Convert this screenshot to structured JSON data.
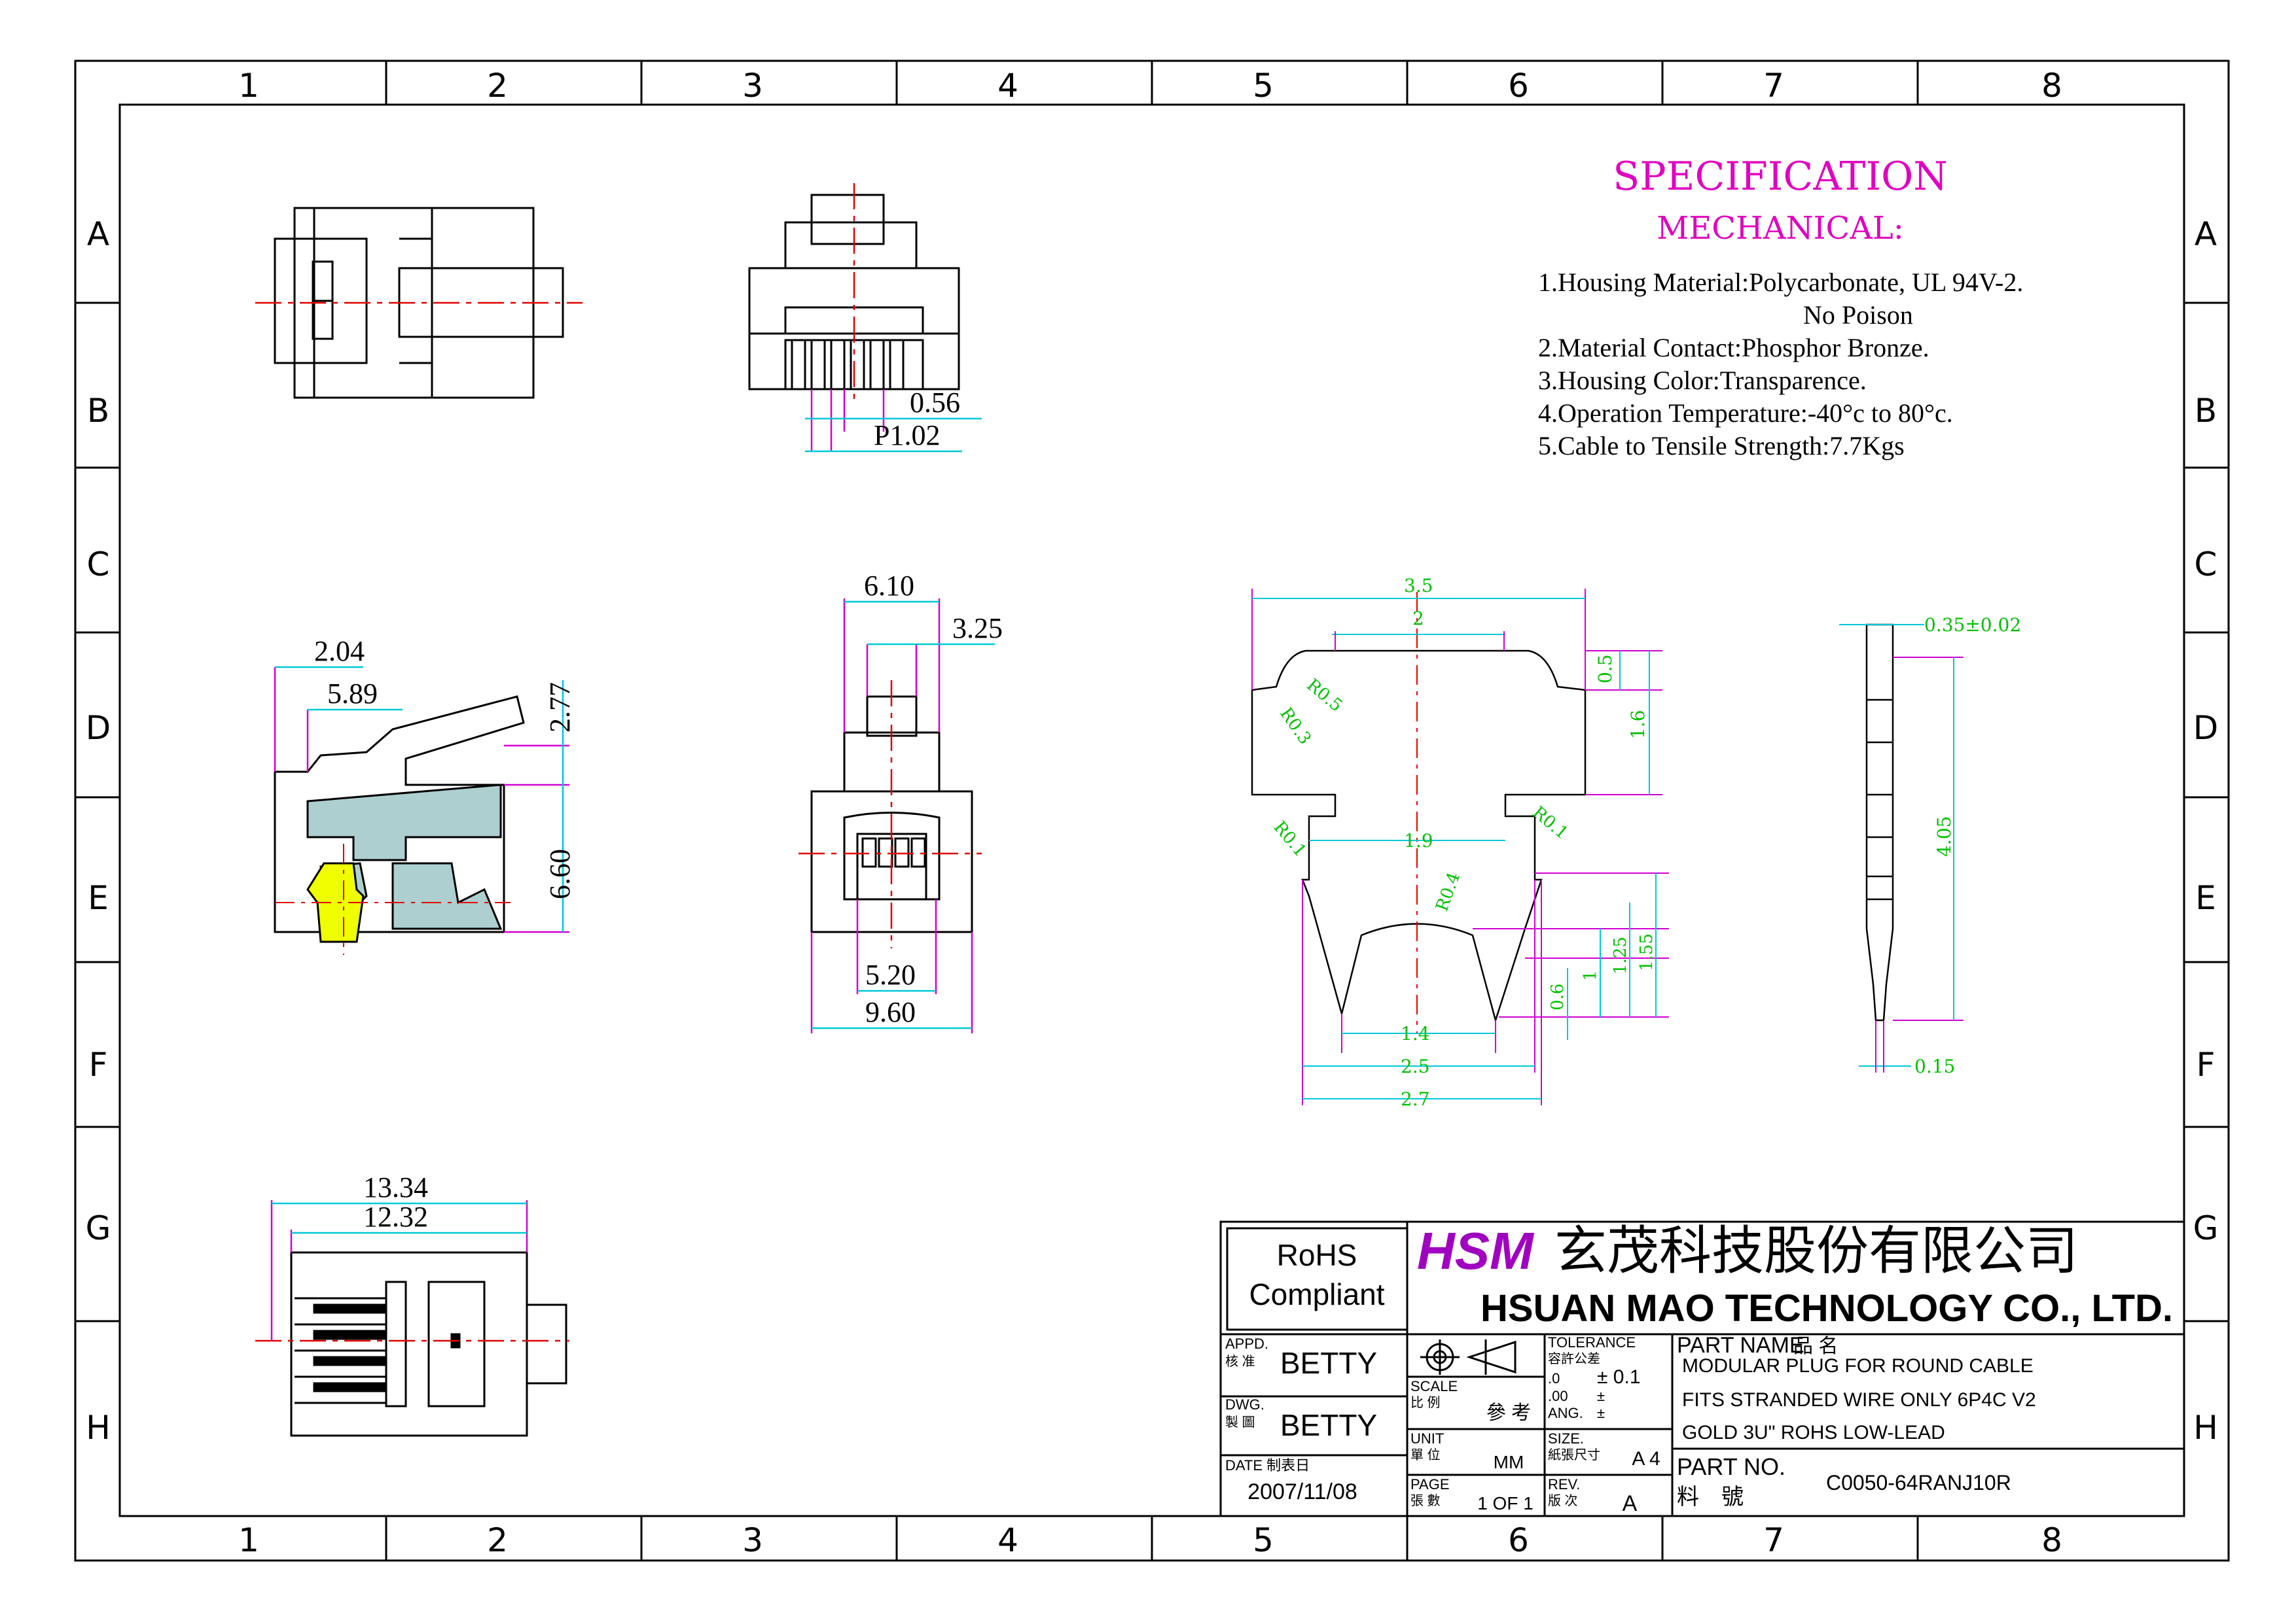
{
  "border": {
    "columns": [
      "1",
      "2",
      "3",
      "4",
      "5",
      "6",
      "7",
      "8"
    ],
    "rows": [
      "A",
      "B",
      "C",
      "D",
      "E",
      "F",
      "G",
      "H"
    ]
  },
  "specification": {
    "title": "SPECIFICATION",
    "subtitle": "MECHANICAL:",
    "items": [
      "1.Housing Material:Polycarbonate, UL 94V-2.",
      "No Poison",
      "2.Material Contact:Phosphor Bronze.",
      "3.Housing Color:Transparence.",
      "4.Operation Temperature:-40°c to 80°c.",
      "5.Cable to Tensile Strength:7.7Kgs"
    ]
  },
  "dimensions": {
    "top_view": {
      "pin_width": "0.56",
      "pitch": "P1.02"
    },
    "side_view": {
      "a": "2.04",
      "b": "5.89",
      "c": "2.77",
      "height": "6.60"
    },
    "front_view": {
      "top_width": "6.10",
      "tab_width": "3.25",
      "inner_width": "5.20",
      "width": "9.60"
    },
    "bottom_view": {
      "length": "13.34",
      "inner_length": "12.32"
    },
    "contact": {
      "w1": "3.5",
      "w2": "2",
      "h1": "0.5",
      "h2": "1.6",
      "r1": "R0.5",
      "r2": "R0.3",
      "r3": "R0.1",
      "r4": "R0.1",
      "r5": "R0.4",
      "mid": "1.9",
      "v1": "1",
      "v2": "1.25",
      "v3": "1.55",
      "v4": "0.6",
      "b1": "1.4",
      "b2": "2.5",
      "b3": "2.7"
    },
    "contact_side": {
      "thickness": "0.35±0.02",
      "length": "4.05",
      "tip": "0.15"
    }
  },
  "rohs": [
    "RoHS",
    "Compliant"
  ],
  "company": {
    "logo": "HSM",
    "name_cn": "玄茂科技股份有限公司",
    "name_en": "HSUAN MAO TECHNOLOGY CO., LTD."
  },
  "title_block": {
    "appd_label": "APPD.",
    "appd_label_cn": "核 准",
    "appd": "BETTY",
    "dwg_label": "DWG.",
    "dwg_label_cn": "製 圖",
    "dwg": "BETTY",
    "date_label": "DATE 制表日",
    "date": "2007/11/08",
    "scale_label": "SCALE",
    "scale_label_cn": "比 例",
    "scale": "參 考",
    "unit_label": "UNIT",
    "unit_label_cn": "單 位",
    "unit": "MM",
    "page_label": "PAGE",
    "page_label_cn": "張 數",
    "page": "1 OF 1",
    "tolerance_label": "TOLERANCE",
    "tolerance_label_cn": "容許公差",
    "tol_1": ".0",
    "tol_1_val": "± 0.1",
    "tol_2": ".00",
    "tol_2_val": "±",
    "tol_ang": "ANG.",
    "tol_ang_val": "±",
    "size_label": "SIZE.",
    "size_label_cn": "紙張尺寸",
    "size": "A 4",
    "rev_label": "REV.",
    "rev_label_cn": "版 次",
    "rev": "A",
    "part_name_label": "PART NAME",
    "part_name_label_cn": "品 名",
    "part_name_lines": [
      "MODULAR PLUG FOR ROUND CABLE",
      "FITS STRANDED WIRE ONLY 6P4C V2",
      "GOLD 3U\" ROHS LOW-LEAD"
    ],
    "part_no_label": "PART NO.",
    "part_no_label_cn": "料　號",
    "part_no": "C0050-64RANJ10R"
  },
  "colors": {
    "spec_title": "#e000c0",
    "dimension_green": "#00c000",
    "dimension_cyan": "#00c8d8",
    "extension_magenta": "#d000d0",
    "centerline_red": "#e00000",
    "section_hatch": "#6aa8a8",
    "contact_yellow": "#f0ff00",
    "logo_magenta": "#a000c0"
  }
}
